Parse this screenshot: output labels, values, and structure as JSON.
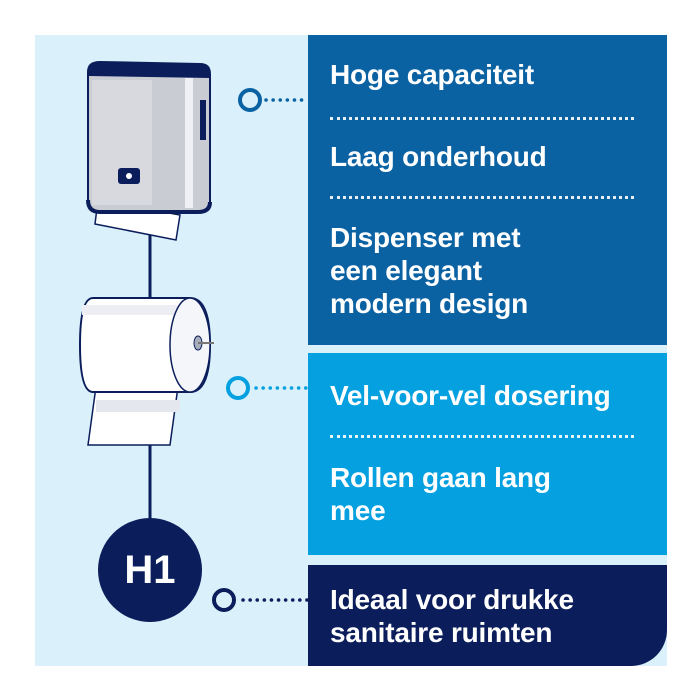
{
  "features_top": [
    "Hoge capaciteit",
    "Laag onderhoud",
    "Dispenser met",
    "een elegant",
    "modern design"
  ],
  "features_middle": [
    "Vel-voor-vel dosering",
    "Rollen gaan lang",
    "mee"
  ],
  "features_bottom": [
    "Ideaal voor drukke",
    "sanitaire ruimten"
  ],
  "badge": "H1",
  "colors": {
    "panel": "#daf0fb",
    "dark_blue": "#0b62a3",
    "light_blue": "#05a0e0",
    "navy": "#0b1e5b"
  }
}
